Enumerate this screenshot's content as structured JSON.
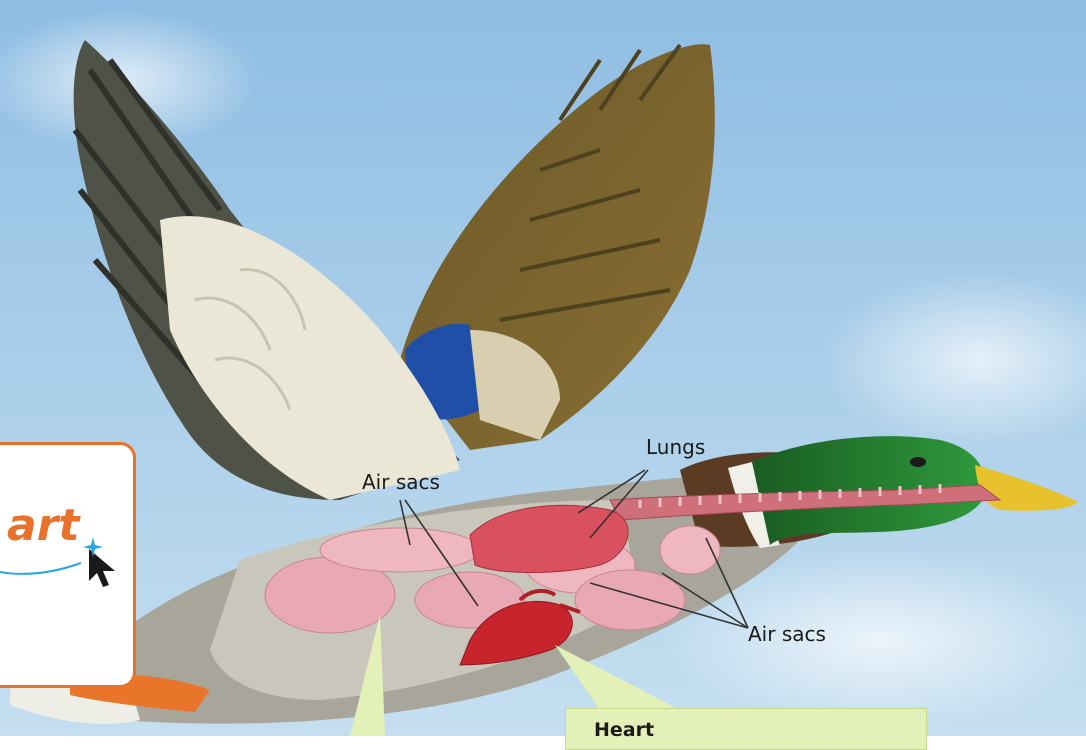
{
  "labels": {
    "lungs": "Lungs",
    "air_sacs_upper": "Air sacs",
    "air_sacs_right": "Air sacs"
  },
  "callout": {
    "heart_title": "Heart"
  },
  "badge": {
    "logo_text": "art"
  },
  "colors": {
    "sky": "#a9cdea",
    "callout_fill": "#e3f0b8",
    "badge_border": "#e8722c",
    "organ_pink": "#e9a9b4",
    "lung_red": "#d9505f",
    "heart_red": "#c8242e",
    "head_green": "#1f7a2c"
  },
  "icons": [
    "cursor-arrow-icon",
    "sparkle-icon"
  ]
}
